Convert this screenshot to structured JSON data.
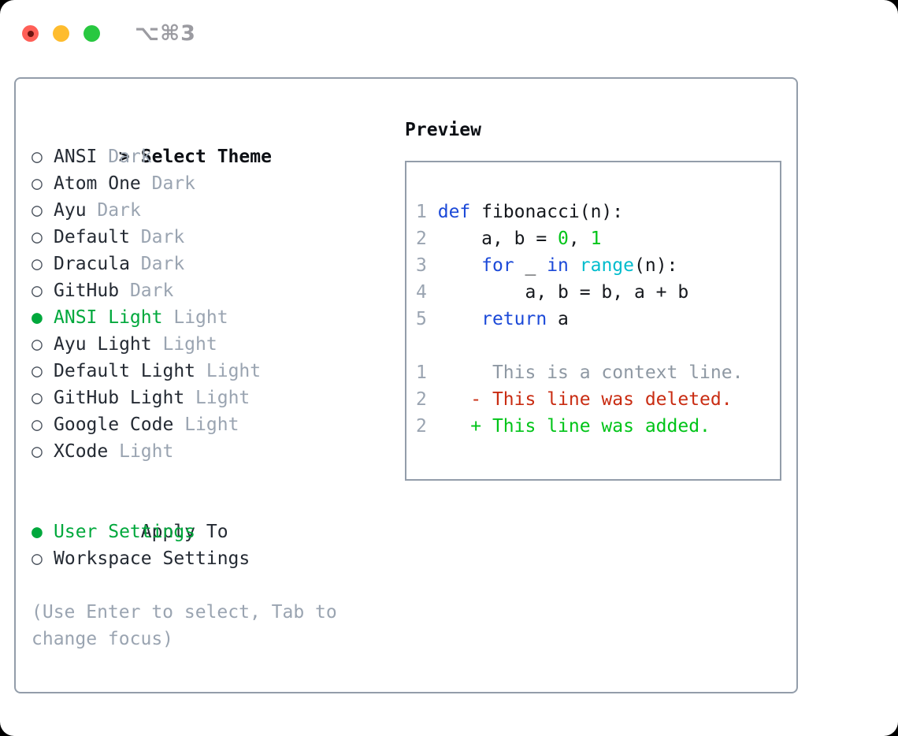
{
  "window": {
    "title": "⌥⌘3"
  },
  "colors": {
    "text": "#242a33",
    "code_text": "#15181d",
    "muted": "#9aa4b1",
    "ctx": "#8e98a3",
    "border": "#939daa",
    "green_ui": "#00a83c",
    "kw": "#1b49d8",
    "builtin": "#00bccd",
    "num_green": "#00c418",
    "del_red": "#c92c12",
    "add_green": "#00c418",
    "title_gray": "#9b9ba1",
    "light_red": "#ff5f57",
    "light_yellow": "#febc2e",
    "light_green": "#28c840"
  },
  "markers": {
    "selected": "●",
    "unselected": "○",
    "prompt": ">"
  },
  "theme_panel": {
    "header": "Select Theme",
    "items": [
      {
        "name": "ANSI",
        "variant": "Dark",
        "selected": false
      },
      {
        "name": "Atom One",
        "variant": "Dark",
        "selected": false
      },
      {
        "name": "Ayu",
        "variant": "Dark",
        "selected": false
      },
      {
        "name": "Default",
        "variant": "Dark",
        "selected": false
      },
      {
        "name": "Dracula",
        "variant": "Dark",
        "selected": false
      },
      {
        "name": "GitHub",
        "variant": "Dark",
        "selected": false
      },
      {
        "name": "ANSI Light",
        "variant": "Light",
        "selected": true
      },
      {
        "name": "Ayu Light",
        "variant": "Light",
        "selected": false
      },
      {
        "name": "Default Light",
        "variant": "Light",
        "selected": false
      },
      {
        "name": "GitHub Light",
        "variant": "Light",
        "selected": false
      },
      {
        "name": "Google Code",
        "variant": "Light",
        "selected": false
      },
      {
        "name": "XCode",
        "variant": "Light",
        "selected": false
      }
    ]
  },
  "apply_to": {
    "header": "Apply To",
    "items": [
      {
        "name": "User Settings",
        "selected": true
      },
      {
        "name": "Workspace Settings",
        "selected": false
      }
    ]
  },
  "help_lines": [
    "(Use Enter to select, Tab to",
    "change focus)"
  ],
  "preview": {
    "header": "Preview",
    "lines": [
      {
        "num": "1",
        "tokens": [
          [
            "def",
            "kw"
          ],
          [
            " fibonacci(n):",
            "plain"
          ]
        ]
      },
      {
        "num": "2",
        "tokens": [
          [
            "    a, b = ",
            "plain"
          ],
          [
            "0",
            "num"
          ],
          [
            ", ",
            "plain"
          ],
          [
            "1",
            "num"
          ]
        ]
      },
      {
        "num": "3",
        "tokens": [
          [
            "    ",
            "plain"
          ],
          [
            "for",
            "kw"
          ],
          [
            " _ ",
            "plain"
          ],
          [
            "in",
            "kw"
          ],
          [
            " ",
            "plain"
          ],
          [
            "range",
            "builtin"
          ],
          [
            "(n):",
            "plain"
          ]
        ]
      },
      {
        "num": "4",
        "tokens": [
          [
            "        a, b = b, a + b",
            "plain"
          ]
        ]
      },
      {
        "num": "5",
        "tokens": [
          [
            "    ",
            "plain"
          ],
          [
            "return",
            "kw"
          ],
          [
            " a",
            "plain"
          ]
        ]
      },
      {
        "num": "",
        "tokens": []
      },
      {
        "num": "1",
        "tokens": [
          [
            "     This is a context line.",
            "ctx"
          ]
        ]
      },
      {
        "num": "2",
        "tokens": [
          [
            "   - This line was deleted.",
            "del"
          ]
        ]
      },
      {
        "num": "2",
        "tokens": [
          [
            "   + This line was added.",
            "add"
          ]
        ]
      }
    ]
  }
}
